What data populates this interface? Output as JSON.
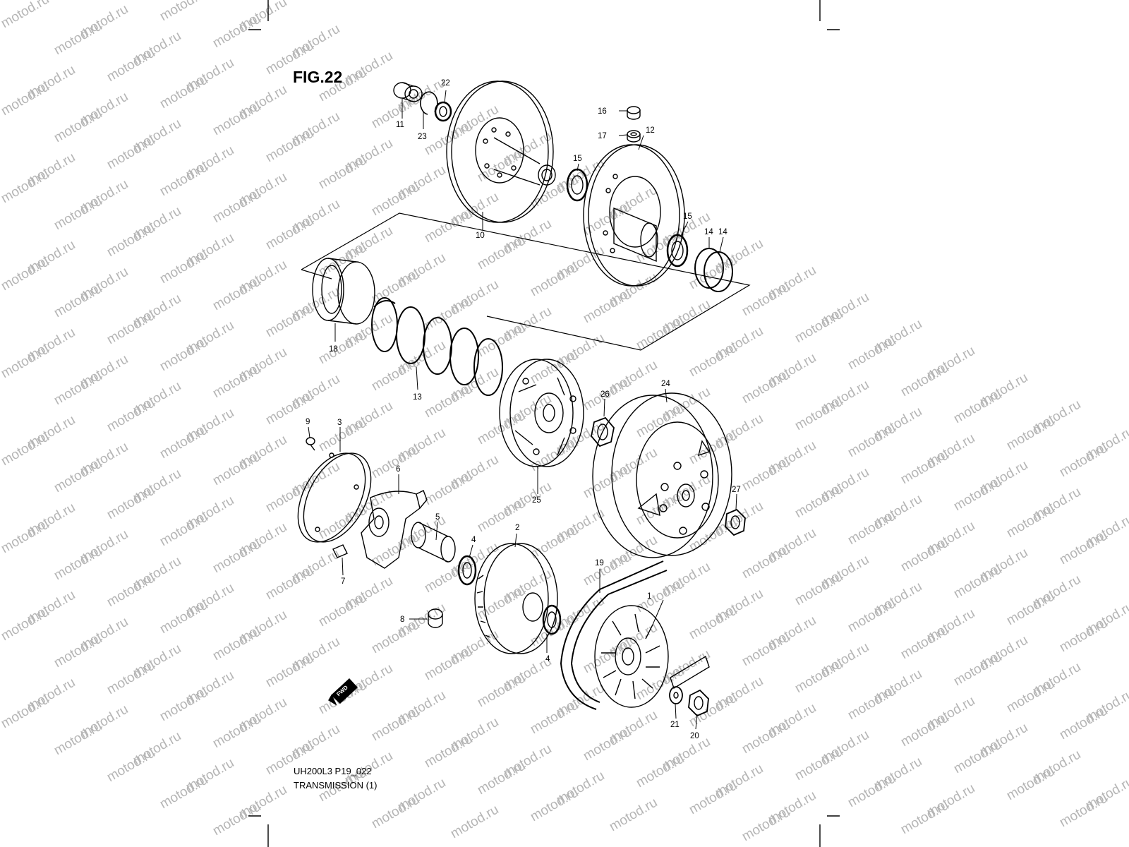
{
  "figure": {
    "title": "FIG.22",
    "code": "UH200L3 P19_022",
    "name": "TRANSMISSION (1)"
  },
  "watermark": "motod.ru",
  "fwd_label": "FWD",
  "colors": {
    "ink": "#000000",
    "watermark": "#b5b5b5",
    "background": "#ffffff"
  },
  "callouts": {
    "p1": "1",
    "p2": "2",
    "p3": "3",
    "p4a": "4",
    "p4b": "4",
    "p5": "5",
    "p6": "6",
    "p7": "7",
    "p8": "8",
    "p9": "9",
    "p10": "10",
    "p11": "11",
    "p12": "12",
    "p13": "13",
    "p14a": "14",
    "p14b": "14",
    "p15a": "15",
    "p15b": "15",
    "p16": "16",
    "p17": "17",
    "p18": "18",
    "p19": "19",
    "p20": "20",
    "p21": "21",
    "p22": "22",
    "p23": "23",
    "p24": "24",
    "p25": "25",
    "p26": "26",
    "p27": "27"
  }
}
